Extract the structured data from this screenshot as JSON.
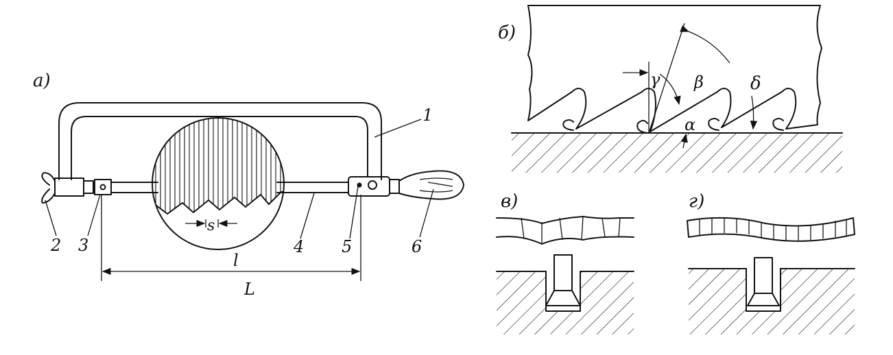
{
  "panels": {
    "a": {
      "label": "a)",
      "callouts": [
        "1",
        "2",
        "3",
        "4",
        "5",
        "6"
      ],
      "pitch_label": "s",
      "length_short": "l",
      "length_total": "L"
    },
    "b": {
      "label": "б)",
      "angles": {
        "gamma": "γ",
        "beta": "β",
        "delta": "δ",
        "alpha": "α"
      }
    },
    "v": {
      "label": "в)"
    },
    "g": {
      "label": "г)"
    }
  }
}
